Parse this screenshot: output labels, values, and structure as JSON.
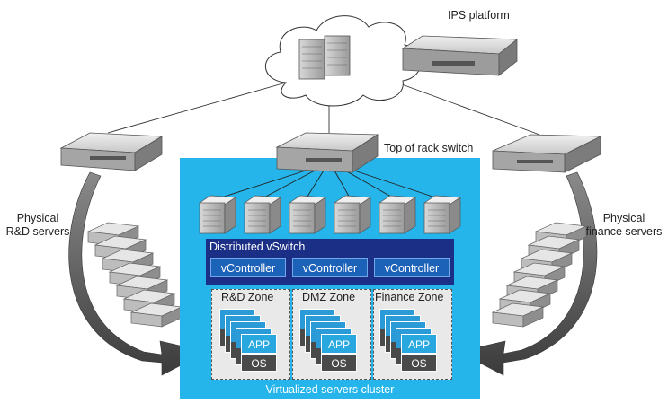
{
  "labels": {
    "ips_platform": "IPS platform",
    "top_of_rack": "Top of rack switch",
    "physical_rd_line1": "Physical",
    "physical_rd_line2": "R&D servers",
    "physical_fin_line1": "Physical",
    "physical_fin_line2": "finance servers",
    "distributed_vswitch": "Distributed vSwitch",
    "cluster_caption": "Virtualized servers cluster"
  },
  "controllers": [
    "vController",
    "vController",
    "vController"
  ],
  "zones": [
    {
      "title": "R&D Zone",
      "app": "APP",
      "os": "OS"
    },
    {
      "title": "DMZ Zone",
      "app": "APP",
      "os": "OS"
    },
    {
      "title": "Finance Zone",
      "app": "APP",
      "os": "OS"
    }
  ],
  "colors": {
    "cluster_bg": "#25b5ea",
    "vswitch_bg": "#1b2f87",
    "controller_bg": "#1c62b9",
    "app": "#29a8e0",
    "os": "#4a4a4a",
    "arrow": "#4f4f4f"
  }
}
